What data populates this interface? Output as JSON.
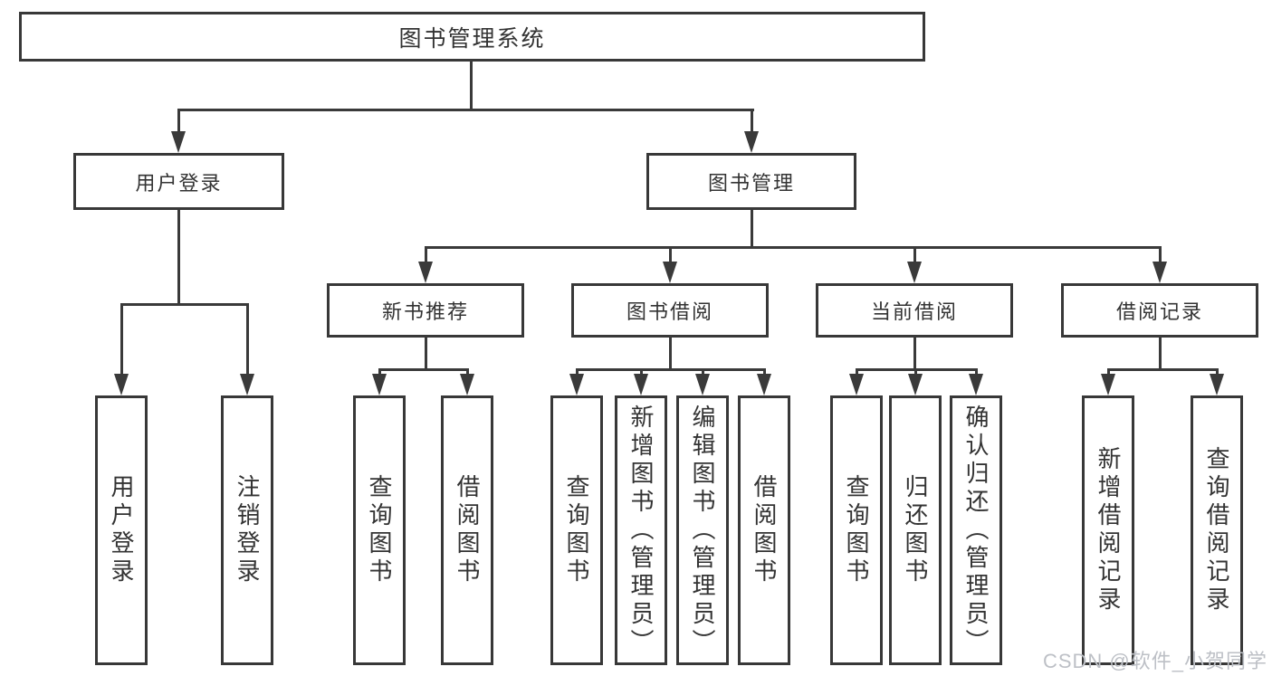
{
  "diagram": {
    "root": "图书管理系统",
    "level2": {
      "user_login": "用户登录",
      "book_mgmt": "图书管理"
    },
    "level3": {
      "new_books": "新书推荐",
      "book_borrow": "图书借阅",
      "current_borrow": "当前借阅",
      "borrow_records": "借阅记录"
    },
    "leaves": {
      "user_login_1": "用户登录",
      "user_login_2": "注销登录",
      "new_books_1": "查询图书",
      "new_books_2": "借阅图书",
      "book_borrow_1": "查询图书",
      "book_borrow_2": "新增图书（管理员）",
      "book_borrow_3": "编辑图书（管理员）",
      "book_borrow_4": "借阅图书",
      "current_borrow_1": "查询图书",
      "current_borrow_2": "归还图书",
      "current_borrow_3": "确认归还（管理员）",
      "borrow_records_1": "新增借阅记录",
      "borrow_records_2": "查询借阅记录"
    },
    "watermark": "CSDN @软件_小贺同学",
    "colors": {
      "line": "#3a3a3a",
      "text": "#333333",
      "watermark": "#bdc0c6",
      "background": "#ffffff"
    }
  }
}
